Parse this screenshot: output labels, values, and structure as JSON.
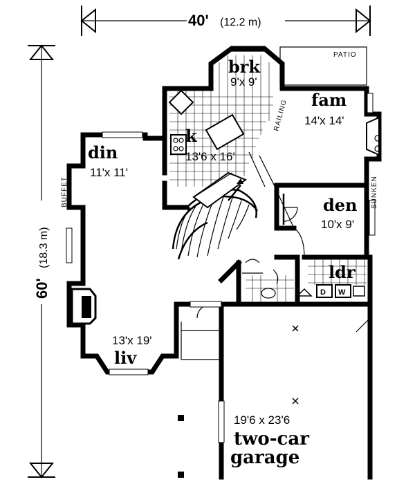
{
  "dimensions": {
    "width_ft": "40'",
    "width_m": "(12.2 m)",
    "depth_ft": "60'",
    "depth_m": "(18.3 m)"
  },
  "rooms": [
    {
      "id": "brk",
      "name": "brk",
      "size": "9'x 9'"
    },
    {
      "id": "fam",
      "name": "fam",
      "size": "14'x 14'"
    },
    {
      "id": "k",
      "name": "k",
      "size": "13'6 x 16'"
    },
    {
      "id": "din",
      "name": "din",
      "size": "11'x 11'"
    },
    {
      "id": "den",
      "name": "den",
      "size": "10'x 9'"
    },
    {
      "id": "ldr",
      "name": "ldr",
      "size": ""
    },
    {
      "id": "liv",
      "name": "liv",
      "size": "13'x 19'"
    },
    {
      "id": "garage",
      "name_line1": "two-car",
      "name_line2": "garage",
      "size": "19'6 x 23'6"
    }
  ],
  "annotations": {
    "patio": "PATIO",
    "railing": "RAILING",
    "sunken": "SUNKEN",
    "buffet": "BUFFET",
    "washer": "W",
    "dryer": "D"
  }
}
